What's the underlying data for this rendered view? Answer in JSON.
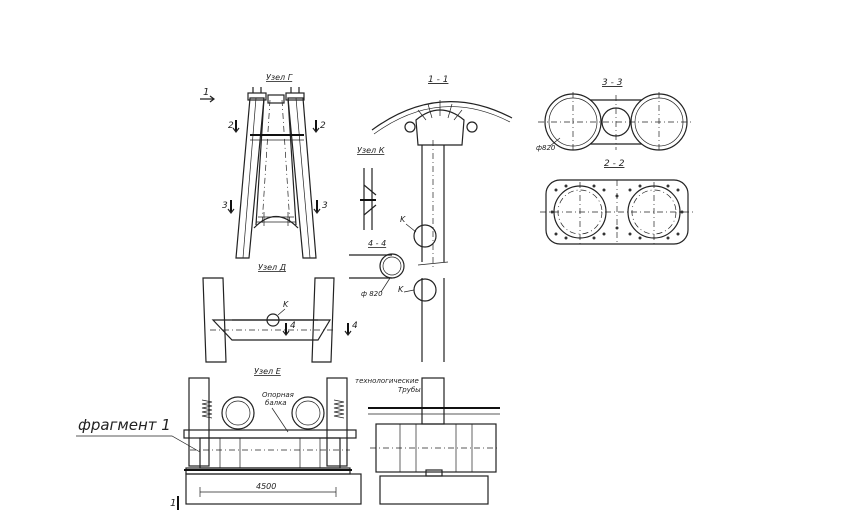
{
  "labels": {
    "uzel_g": "Узел Г",
    "uzel_d": "Узел Д",
    "uzel_e": "Узел Е",
    "uzel_k": "Узел К",
    "sec_1_1": "1 - 1",
    "sec_2_2": "2 - 2",
    "sec_3_3": "3 - 3",
    "sec_4_4": "4 - 4",
    "mark_1": "1",
    "mark_2": "2",
    "mark_3": "3",
    "mark_4": "4",
    "mark_k": "K",
    "dia_820": "ф820",
    "dia_820_b": "ф 820",
    "opornaya_balka_1": "Опорная",
    "opornaya_balka_2": "балка",
    "tech_pipes_1": "технологические",
    "tech_pipes_2": "Трубы",
    "dim_4500": "4500",
    "fragment": "фрагмент 1"
  }
}
